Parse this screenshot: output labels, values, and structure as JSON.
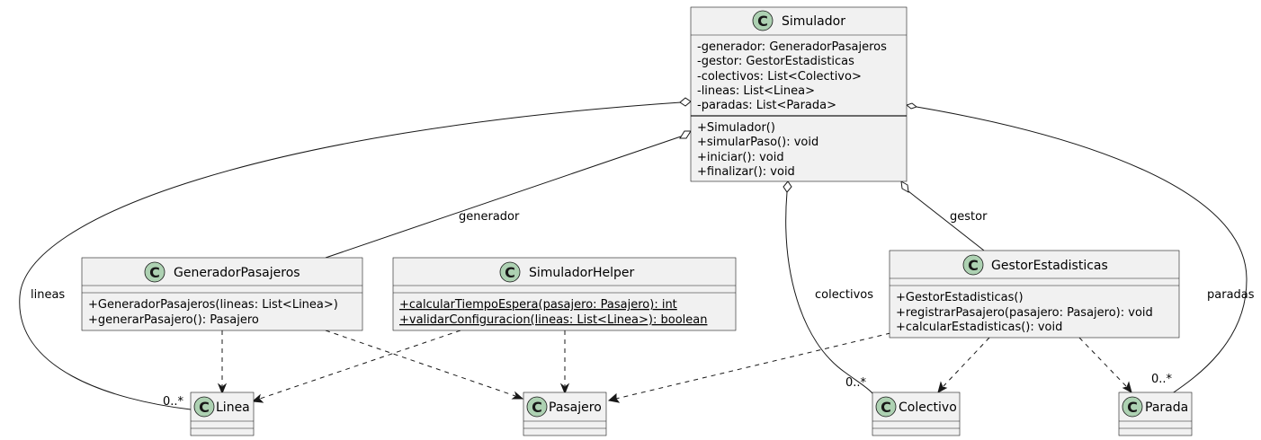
{
  "classes": {
    "simulador": {
      "badge": "C",
      "name": "Simulador",
      "attributes": [
        "-generador: GeneradorPasajeros",
        "-gestor: GestorEstadisticas",
        "-colectivos: List<Colectivo>",
        "-lineas: List<Linea>",
        "-paradas: List<Parada>"
      ],
      "methods": [
        "+Simulador()",
        "+simularPaso(): void",
        "+iniciar(): void",
        "+finalizar(): void"
      ]
    },
    "generador_pasajeros": {
      "badge": "C",
      "name": "GeneradorPasajeros",
      "methods": [
        "+GeneradorPasajeros(lineas: List<Linea>)",
        "+generarPasajero(): Pasajero"
      ]
    },
    "simulador_helper": {
      "badge": "C",
      "name": "SimuladorHelper",
      "methods": [
        "+calcularTiempoEspera(pasajero: Pasajero): int",
        "+validarConfiguracion(lineas: List<Linea>): boolean"
      ]
    },
    "gestor_estadisticas": {
      "badge": "C",
      "name": "GestorEstadisticas",
      "methods": [
        "+GestorEstadisticas()",
        "+registrarPasajero(pasajero: Pasajero): void",
        "+calcularEstadisticas(): void"
      ]
    },
    "linea": {
      "badge": "C",
      "name": "Linea"
    },
    "pasajero": {
      "badge": "C",
      "name": "Pasajero"
    },
    "colectivo": {
      "badge": "C",
      "name": "Colectivo"
    },
    "parada": {
      "badge": "C",
      "name": "Parada"
    }
  },
  "relations": {
    "lineas": {
      "role": "lineas",
      "multiplicity": "0..*"
    },
    "generador": {
      "role": "generador"
    },
    "colectivos": {
      "role": "colectivos",
      "multiplicity": "0..*"
    },
    "gestor": {
      "role": "gestor"
    },
    "paradas": {
      "role": "paradas",
      "multiplicity": "0..*"
    }
  },
  "colors": {
    "class_fill": "#f1f1f1",
    "badge_fill": "#add1b2",
    "line": "#181818"
  }
}
